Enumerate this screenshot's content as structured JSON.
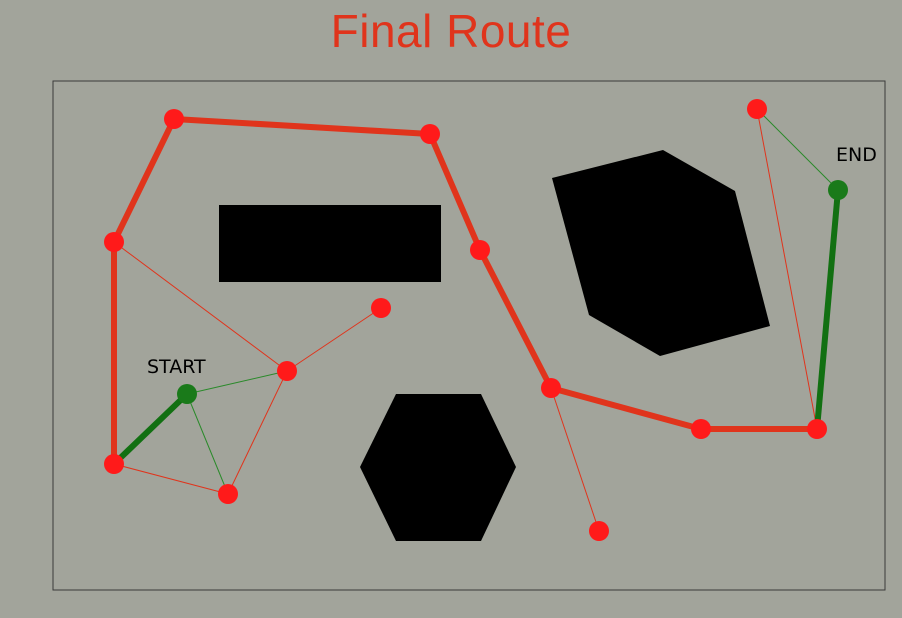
{
  "title": "Final Route",
  "labels": {
    "start": "START",
    "end": "END"
  },
  "colors": {
    "background": "#a2a49b",
    "title": "#e0341c",
    "node": "#ff1a1a",
    "start_end_node": "#1a7a1a",
    "route": "#e0341c",
    "final_link": "#127012",
    "edge_red": "#e0341c",
    "edge_green": "#2a8a2a",
    "obstacle": "#000000"
  },
  "nodes": [
    {
      "id": "n1",
      "kind": "waypoint"
    },
    {
      "id": "n2",
      "kind": "waypoint"
    },
    {
      "id": "n3",
      "kind": "waypoint"
    },
    {
      "id": "n4",
      "kind": "waypoint"
    },
    {
      "id": "n5",
      "kind": "waypoint"
    },
    {
      "id": "n6",
      "kind": "waypoint"
    },
    {
      "id": "n7",
      "kind": "waypoint"
    },
    {
      "id": "n8",
      "kind": "waypoint"
    },
    {
      "id": "n9",
      "kind": "waypoint"
    },
    {
      "id": "n10",
      "kind": "waypoint"
    },
    {
      "id": "n11",
      "kind": "waypoint"
    },
    {
      "id": "n12",
      "kind": "waypoint"
    },
    {
      "id": "n13",
      "kind": "waypoint"
    },
    {
      "id": "start",
      "kind": "start"
    },
    {
      "id": "end",
      "kind": "end"
    }
  ],
  "route": [
    "start",
    "n4",
    "n3",
    "n1",
    "n2",
    "n5",
    "n6",
    "n7",
    "n8",
    "end"
  ],
  "edges": [
    {
      "from": "n3",
      "to": "n9",
      "color": "red"
    },
    {
      "from": "n9",
      "to": "n10",
      "color": "red"
    },
    {
      "from": "n9",
      "to": "start",
      "color": "green"
    },
    {
      "from": "n9",
      "to": "n11",
      "color": "red"
    },
    {
      "from": "start",
      "to": "n11",
      "color": "green"
    },
    {
      "from": "n4",
      "to": "n11",
      "color": "red"
    },
    {
      "from": "n6",
      "to": "n12",
      "color": "red"
    },
    {
      "from": "n13",
      "to": "end",
      "color": "green"
    },
    {
      "from": "n13",
      "to": "n8",
      "color": "red"
    }
  ],
  "obstacles": [
    {
      "id": "rectangle",
      "shape": "rectangle"
    },
    {
      "id": "quad",
      "shape": "polygon"
    },
    {
      "id": "hexagon",
      "shape": "hexagon"
    }
  ]
}
